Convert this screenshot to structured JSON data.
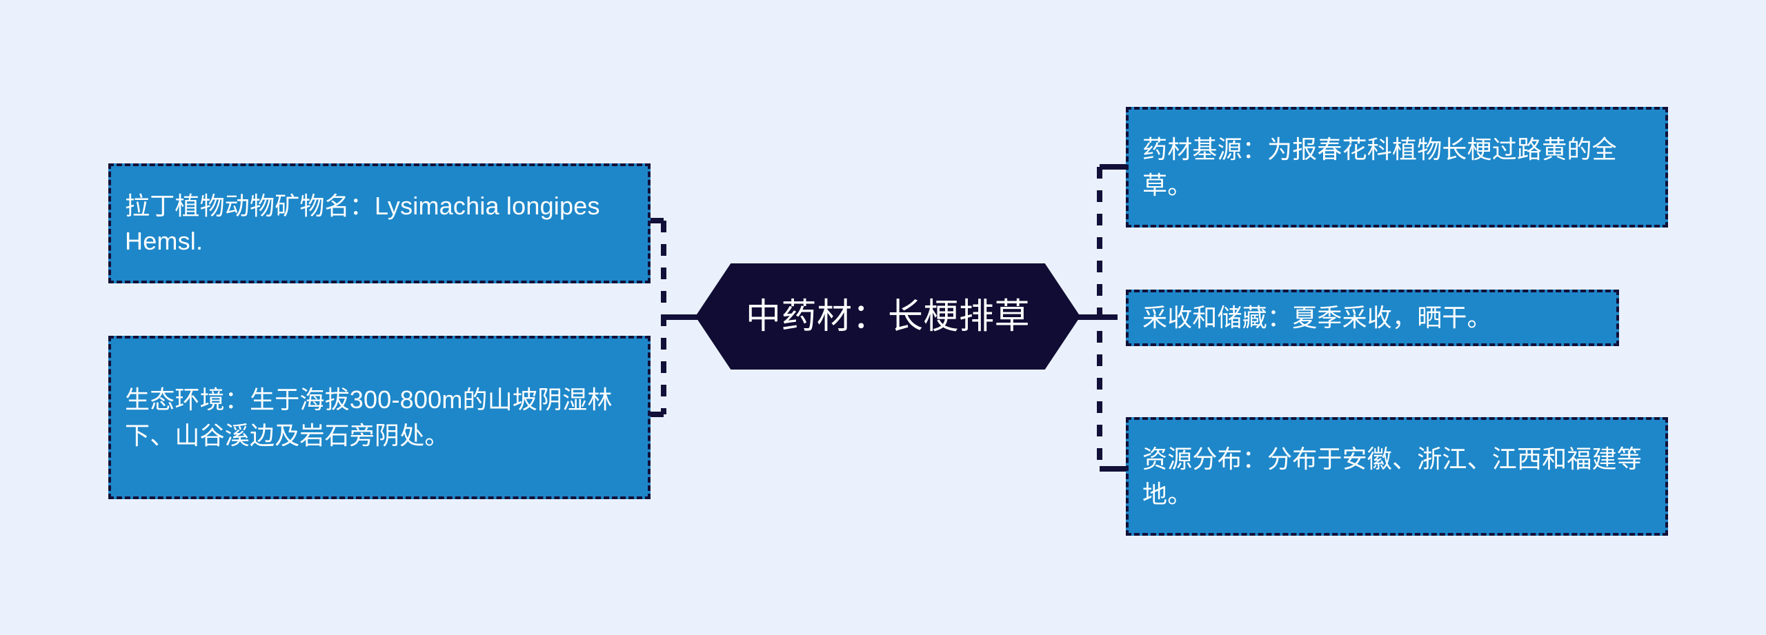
{
  "diagram": {
    "title": "中药材：长梗排草",
    "background_color": "#eaf1fd",
    "node_fill_color": "#1e87c9",
    "node_border_color": "#121038",
    "center_fill_color": "#100c33",
    "text_color": "#ffffff"
  },
  "center": {
    "label": "中药材：长梗排草"
  },
  "left_branches": [
    {
      "key": "latin_name",
      "label": "拉丁植物动物矿物名：Lysimachia longipes Hemsl."
    },
    {
      "key": "ecology",
      "label": "生态环境：生于海拔300-800m的山坡阴湿林下、山谷溪边及岩石旁阴处。"
    }
  ],
  "right_branches": [
    {
      "key": "source",
      "label": "药材基源：为报春花科植物长梗过路黄的全草。"
    },
    {
      "key": "harvest",
      "label": "采收和储藏：夏季采收，晒干。"
    },
    {
      "key": "distribution",
      "label": "资源分布：分布于安徽、浙江、江西和福建等地。"
    }
  ]
}
